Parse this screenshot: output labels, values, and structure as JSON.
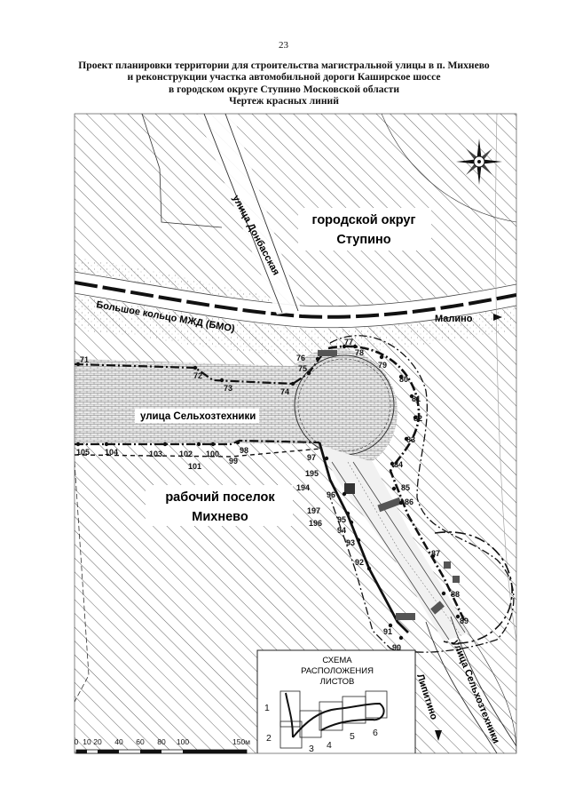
{
  "page_number": "23",
  "title_lines": [
    "Проект планировки территории для строительства магистральной улицы в п. Михнево",
    "и реконструкции участка автомобильной дороги Каширское шоссе",
    "в городском округе Ступино Московской области",
    "Чертеж красных линий"
  ],
  "map": {
    "district_label": [
      "городской округ",
      "Ступино"
    ],
    "settlement_label": [
      "рабочий поселок",
      "Михнево"
    ],
    "street_donbasskaya": "улица Донбасская",
    "railway": "Большое кольцо МЖД (БМО)",
    "direction_malino": "Малино",
    "street_selkhoztekhniki_west": "улица Сельхозтехники",
    "street_selkhoztekhniki_south": "улица Сельхозтехники",
    "direction_lipitino": "Липитино"
  },
  "points": {
    "p71": "71",
    "p72": "72",
    "p73": "73",
    "p74": "74",
    "p75": "75",
    "p76": "76",
    "p77": "77",
    "p78": "78",
    "p79": "79",
    "p80": "80",
    "p81": "81",
    "p82": "82",
    "p83": "83",
    "p84": "84",
    "p85": "85",
    "p86": "86",
    "p87": "87",
    "p88": "88",
    "p89": "89",
    "p90": "90",
    "p91": "91",
    "p92": "92",
    "p93": "93",
    "p94": "94",
    "p95": "95",
    "p96": "96",
    "p97": "97",
    "p98": "98",
    "p99": "99",
    "p100": "100",
    "p101": "101",
    "p102": "102",
    "p103": "103",
    "p104": "104",
    "p105": "105",
    "p194": "194",
    "p195": "195",
    "p196": "196",
    "p197": "197"
  },
  "inset": {
    "title_lines": [
      "СХЕМА",
      "РАСПОЛОЖЕНИЯ",
      "ЛИСТОВ"
    ],
    "sheets": [
      "1",
      "2",
      "3",
      "4",
      "5",
      "6"
    ]
  },
  "scale_bar": {
    "ticks": [
      "0",
      "10",
      "20",
      "40",
      "60",
      "80",
      "100"
    ],
    "end_label": "150м"
  },
  "colors": {
    "ink": "#111111",
    "hatch": "#555555",
    "paving": "#777777"
  }
}
